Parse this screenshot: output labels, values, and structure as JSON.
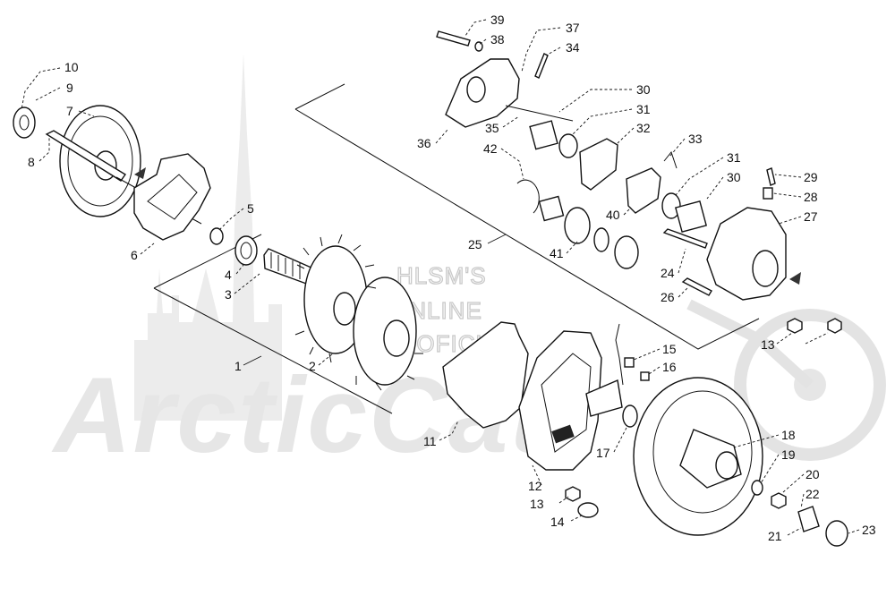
{
  "watermark": {
    "brand": "ArcticCat",
    "site_lines": [
      "HLSM'S",
      "ONLINE",
      "MICROFICHE"
    ]
  },
  "callouts": [
    {
      "id": "c39",
      "label": "39"
    },
    {
      "id": "c38",
      "label": "38"
    },
    {
      "id": "c37",
      "label": "37"
    },
    {
      "id": "c34",
      "label": "34"
    },
    {
      "id": "c10",
      "label": "10"
    },
    {
      "id": "c9",
      "label": "9"
    },
    {
      "id": "c7",
      "label": "7"
    },
    {
      "id": "c8",
      "label": "8"
    },
    {
      "id": "c30a",
      "label": "30"
    },
    {
      "id": "c31a",
      "label": "31"
    },
    {
      "id": "c35",
      "label": "35"
    },
    {
      "id": "c36",
      "label": "36"
    },
    {
      "id": "c42",
      "label": "42"
    },
    {
      "id": "c32",
      "label": "32"
    },
    {
      "id": "c33",
      "label": "33"
    },
    {
      "id": "c31b",
      "label": "31"
    },
    {
      "id": "c30b",
      "label": "30"
    },
    {
      "id": "c29",
      "label": "29"
    },
    {
      "id": "c28",
      "label": "28"
    },
    {
      "id": "c27",
      "label": "27"
    },
    {
      "id": "c5",
      "label": "5"
    },
    {
      "id": "c6",
      "label": "6"
    },
    {
      "id": "c4",
      "label": "4"
    },
    {
      "id": "c3",
      "label": "3"
    },
    {
      "id": "c25",
      "label": "25"
    },
    {
      "id": "c40",
      "label": "40"
    },
    {
      "id": "c41",
      "label": "41"
    },
    {
      "id": "c24",
      "label": "24"
    },
    {
      "id": "c26",
      "label": "26"
    },
    {
      "id": "c13a",
      "label": "13"
    },
    {
      "id": "c15",
      "label": "15"
    },
    {
      "id": "c16",
      "label": "16"
    },
    {
      "id": "c1",
      "label": "1"
    },
    {
      "id": "c2",
      "label": "2"
    },
    {
      "id": "c11",
      "label": "11"
    },
    {
      "id": "c17",
      "label": "17"
    },
    {
      "id": "c18",
      "label": "18"
    },
    {
      "id": "c19",
      "label": "19"
    },
    {
      "id": "c20",
      "label": "20"
    },
    {
      "id": "c12",
      "label": "12"
    },
    {
      "id": "c22",
      "label": "22"
    },
    {
      "id": "c13b",
      "label": "13"
    },
    {
      "id": "c14",
      "label": "14"
    },
    {
      "id": "c23",
      "label": "23"
    },
    {
      "id": "c21",
      "label": "21"
    }
  ]
}
